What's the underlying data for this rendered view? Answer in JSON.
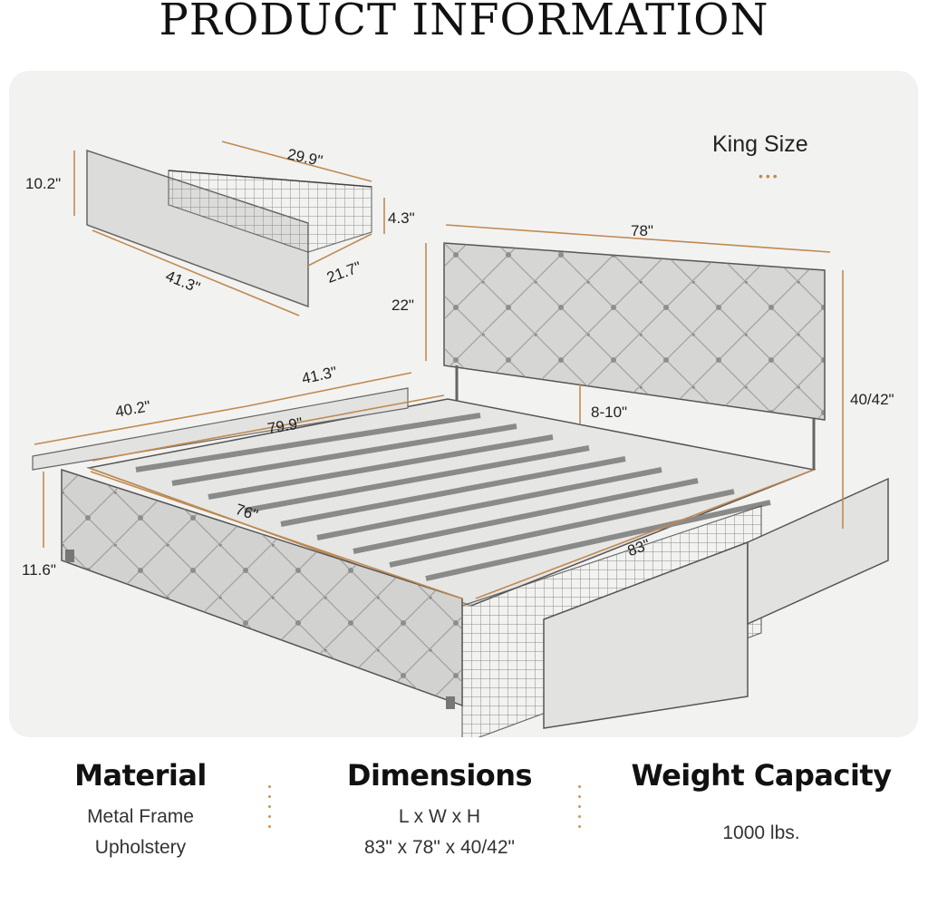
{
  "header": {
    "title": "PRODUCT INFORMATION"
  },
  "size_label": "King Size",
  "dims": {
    "drawer_length": "41.3\"",
    "drawer_height": "10.2\"",
    "drawer_inner_length": "29.9\"",
    "drawer_inner_height": "4.3\"",
    "drawer_depth": "21.7\"",
    "headboard_width": "78\"",
    "headboard_height": "22\"",
    "total_height": "40/42\"",
    "headboard_adjust": "8-10\"",
    "side_drawer_length": "41.3\"",
    "side_drawer_length2": "40.2\"",
    "inner_length": "79.9\"",
    "inner_width": "76\"",
    "bed_length": "83\"",
    "side_height": "11.6\""
  },
  "specs": [
    {
      "heading": "Material",
      "lines": [
        "Metal Frame",
        "Upholstery"
      ]
    },
    {
      "heading": "Dimensions",
      "lines": [
        "L x W x H",
        "83\" x 78\" x 40/42\""
      ]
    },
    {
      "heading": "Weight Capacity",
      "lines": [
        "1000 lbs."
      ]
    }
  ],
  "colors": {
    "accent": "#c08a50",
    "panel": "#f2f2f1",
    "line": "#555555"
  }
}
